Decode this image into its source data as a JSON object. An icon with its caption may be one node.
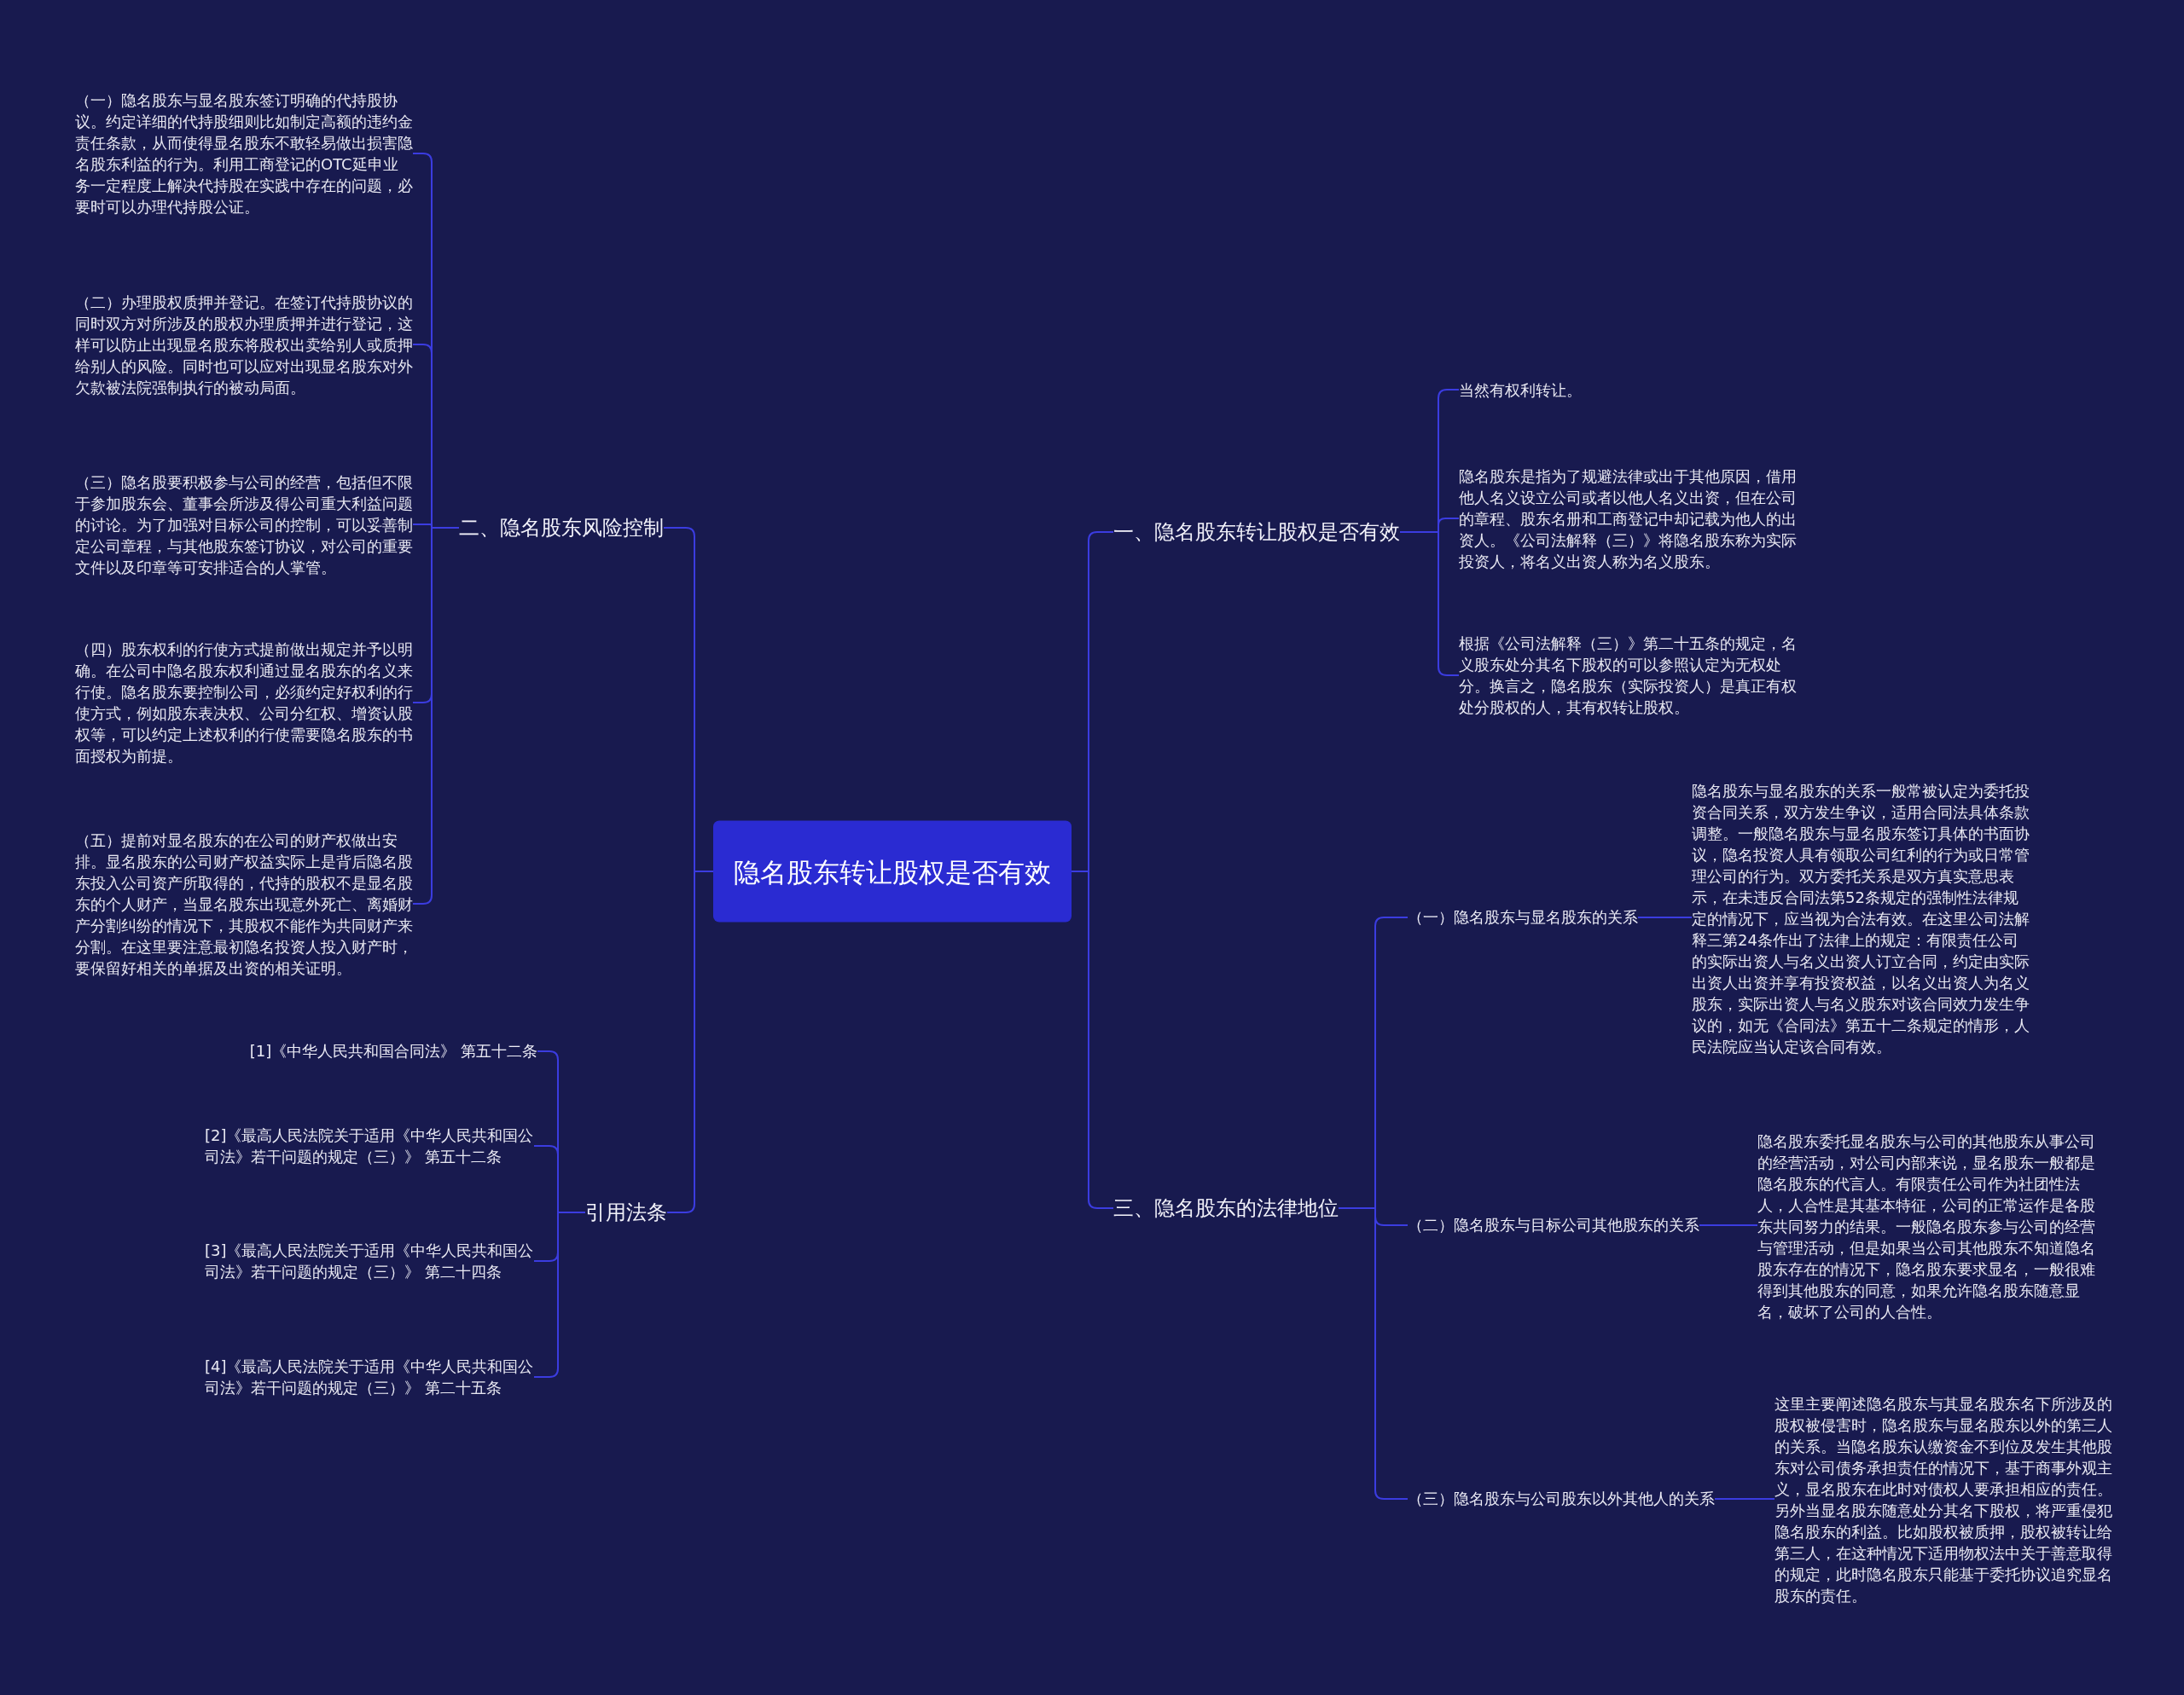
{
  "diagram": {
    "nodes": [
      {
        "text": [
          "隐名股东转让股权是否有效"
        ]
      },
      {
        "text": [
          "一、隐名股东转让股权是否有效"
        ]
      },
      {
        "text": [
          "当然有权利转让。"
        ]
      },
      {
        "text": [
          "隐名股东是指为了规避法律或出于其他原因，借用他人名义设立公司或者以他人名义出资，但在公司的章程、股东名册和工商登记中却记载为他人的出资人。《公司法解释（三）》将隐名股东称为实际投资人，将名义出资人称为名义股东。"
        ]
      },
      {
        "text": [
          "根据《公司法解释（三）》第二十五条的规定，名义股东处分其名下股权的可以参照认定为无权处分。换言之，隐名股东（实际投资人）是真正有权处分股权的人，其有权转让股权。"
        ]
      },
      {
        "text": [
          "三、隐名股东的法律地位"
        ]
      },
      {
        "text": [
          "（一）隐名股东与显名股东的关系"
        ]
      },
      {
        "text": [
          "隐名股东与显名股东的关系一般常被认定为委托投资合同关系，双方发生争议，适用合同法具体条款调整。一般隐名股东与显名股东签订具体的书面协议，隐名投资人具有领取公司红利的行为或日常管理公司的行为。双方委托关系是双方真实意思表示，在未违反合同法第52条规定的强制性法律规定的情况下，应当视为合法有效。在这里公司法解释三第24条作出了法律上的规定：有限责任公司的实际出资人与名义出资人订立合同，约定由实际出资人出资并享有投资权益，以名义出资人为名义股东，实际出资人与名义股东对该合同效力发生争议的，如无《合同法》第五十二条规定的情形，人民法院应当认定该合同有效。"
        ]
      },
      {
        "text": [
          "（二）隐名股东与目标公司其他股东的关系"
        ]
      },
      {
        "text": [
          "隐名股东委托显名股东与公司的其他股东从事公司的经营活动，对公司内部来说，显名股东一般都是隐名股东的代言人。有限责任公司作为社团性法人，人合性是其基本特征，公司的正常运作是各股东共同努力的结果。一般隐名股东参与公司的经营与管理活动，但是如果当公司其他股东不知道隐名股东存在的情况下，隐名股东要求显名，一般很难得到其他股东的同意，如果允许隐名股东随意显名，破坏了公司的人合性。"
        ]
      },
      {
        "text": [
          "（三）隐名股东与公司股东以外其他人的关系"
        ]
      },
      {
        "text": [
          "这里主要阐述隐名股东与其显名股东名下所涉及的股权被侵害时，隐名股东与显名股东以外的第三人的关系。当隐名股东认缴资金不到位及发生其他股东对公司债务承担责任的情况下，基于商事外观主义，显名股东在此时对债权人要承担相应的责任。另外当显名股东随意处分其名下股权，将严重侵犯隐名股东的利益。比如股权被质押，股权被转让给第三人，在这种情况下适用物权法中关于善意取得的规定，此时隐名股东只能基于委托协议追究显名股东的责任。"
        ]
      },
      {
        "text": [
          "二、隐名股东风险控制"
        ]
      },
      {
        "text": [
          "（一）隐名股东与显名股东签订明确的代持股协议。约定详细的代持股细则比如制定高额的违约金责任条款，从而使得显名股东不敢轻易做出损害隐名股东利益的行为。利用工商登记的OTC延申业务一定程度上解决代持股在实践中存在的问题，必要时可以办理代持股公证。"
        ]
      },
      {
        "text": [
          "（二）办理股权质押并登记。在签订代持股协议的同时双方对所涉及的股权办理质押并进行登记，这样可以防止出现显名股东将股权出卖给别人或质押给别人的风险。同时也可以应对出现显名股东对外欠款被法院强制执行的被动局面。"
        ]
      },
      {
        "text": [
          "（三）隐名股要积极参与公司的经营，包括但不限于参加股东会、董事会所涉及得公司重大利益问题的讨论。为了加强对目标公司的控制，可以妥善制定公司章程，与其他股东签订协议，对公司的重要文件以及印章等可安排适合的人掌管。"
        ]
      },
      {
        "text": [
          "（四）股东权利的行使方式提前做出规定并予以明确。在公司中隐名股东权利通过显名股东的名义来行使。隐名股东要控制公司，必须约定好权利的行使方式，例如股东表决权、公司分红权、增资认股权等，可以约定上述权利的行使需要隐名股东的书面授权为前提。"
        ]
      },
      {
        "text": [
          "（五）提前对显名股东的在公司的财产权做出安排。显名股东的公司财产权益实际上是背后隐名股东投入公司资产所取得的，代持的股权不是显名股东的个人财产，当显名股东出现意外死亡、离婚财产分割纠纷的情况下，其股权不能作为共同财产来分割。在这里要注意最初隐名投资人投入财产时，要保留好相关的单据及出资的相关证明。"
        ]
      },
      {
        "text": [
          "引用法条"
        ]
      },
      {
        "text": [
          "[1]《中华人民共和国合同法》 第五十二条"
        ]
      },
      {
        "text": [
          "[2]《最高人民法院关于适用《中华人民共和国公司法》若干问题的规定（三）》 第五十二条"
        ]
      },
      {
        "text": [
          "[3]《最高人民法院关于适用《中华人民共和国公司法》若干问题的规定（三）》 第二十四条"
        ]
      },
      {
        "text": [
          "[4]《最高人民法院关于适用《中华人民共和国公司法》若干问题的规定（三）》 第二十五条"
        ]
      }
    ],
    "edges": [
      {
        "from": 0,
        "to": 1,
        "arrow": "none"
      },
      {
        "from": 1,
        "to": 2,
        "arrow": "none"
      },
      {
        "from": 1,
        "to": 3,
        "arrow": "none"
      },
      {
        "from": 1,
        "to": 4,
        "arrow": "none"
      },
      {
        "from": 0,
        "to": 5,
        "arrow": "none"
      },
      {
        "from": 5,
        "to": 6,
        "arrow": "none"
      },
      {
        "from": 6,
        "to": 7,
        "arrow": "none"
      },
      {
        "from": 5,
        "to": 8,
        "arrow": "none"
      },
      {
        "from": 8,
        "to": 9,
        "arrow": "none"
      },
      {
        "from": 5,
        "to": 10,
        "arrow": "none"
      },
      {
        "from": 10,
        "to": 11,
        "arrow": "none"
      },
      {
        "from": 0,
        "to": 12,
        "arrow": "none"
      },
      {
        "from": 12,
        "to": 13,
        "arrow": "none"
      },
      {
        "from": 12,
        "to": 14,
        "arrow": "none"
      },
      {
        "from": 12,
        "to": 15,
        "arrow": "none"
      },
      {
        "from": 12,
        "to": 16,
        "arrow": "none"
      },
      {
        "from": 12,
        "to": 17,
        "arrow": "none"
      },
      {
        "from": 0,
        "to": 18,
        "arrow": "none"
      },
      {
        "from": 18,
        "to": 19,
        "arrow": "none"
      },
      {
        "from": 18,
        "to": 20,
        "arrow": "none"
      },
      {
        "from": 18,
        "to": 21,
        "arrow": "none"
      },
      {
        "from": 18,
        "to": 22,
        "arrow": "none"
      }
    ]
  }
}
